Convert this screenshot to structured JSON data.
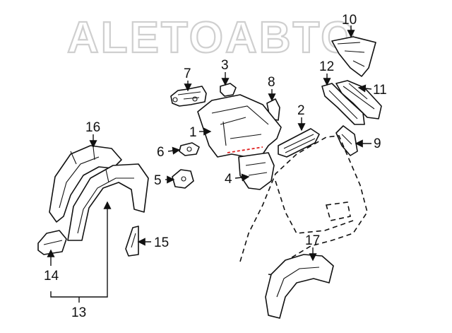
{
  "watermark": "ALETOABTO",
  "callouts": [
    {
      "id": "c1",
      "label": "1"
    },
    {
      "id": "c2",
      "label": "2"
    },
    {
      "id": "c3",
      "label": "3"
    },
    {
      "id": "c4",
      "label": "4"
    },
    {
      "id": "c5",
      "label": "5"
    },
    {
      "id": "c6",
      "label": "6"
    },
    {
      "id": "c7",
      "label": "7"
    },
    {
      "id": "c8",
      "label": "8"
    },
    {
      "id": "c9",
      "label": "9"
    },
    {
      "id": "c10",
      "label": "10"
    },
    {
      "id": "c11",
      "label": "11"
    },
    {
      "id": "c12",
      "label": "12"
    },
    {
      "id": "c13",
      "label": "13"
    },
    {
      "id": "c14",
      "label": "14"
    },
    {
      "id": "c15",
      "label": "15"
    },
    {
      "id": "c16",
      "label": "16"
    },
    {
      "id": "c17",
      "label": "17"
    }
  ],
  "colors": {
    "line": "#111111",
    "highlight": "#e02020",
    "watermark_stroke": "#cfcfcf"
  }
}
